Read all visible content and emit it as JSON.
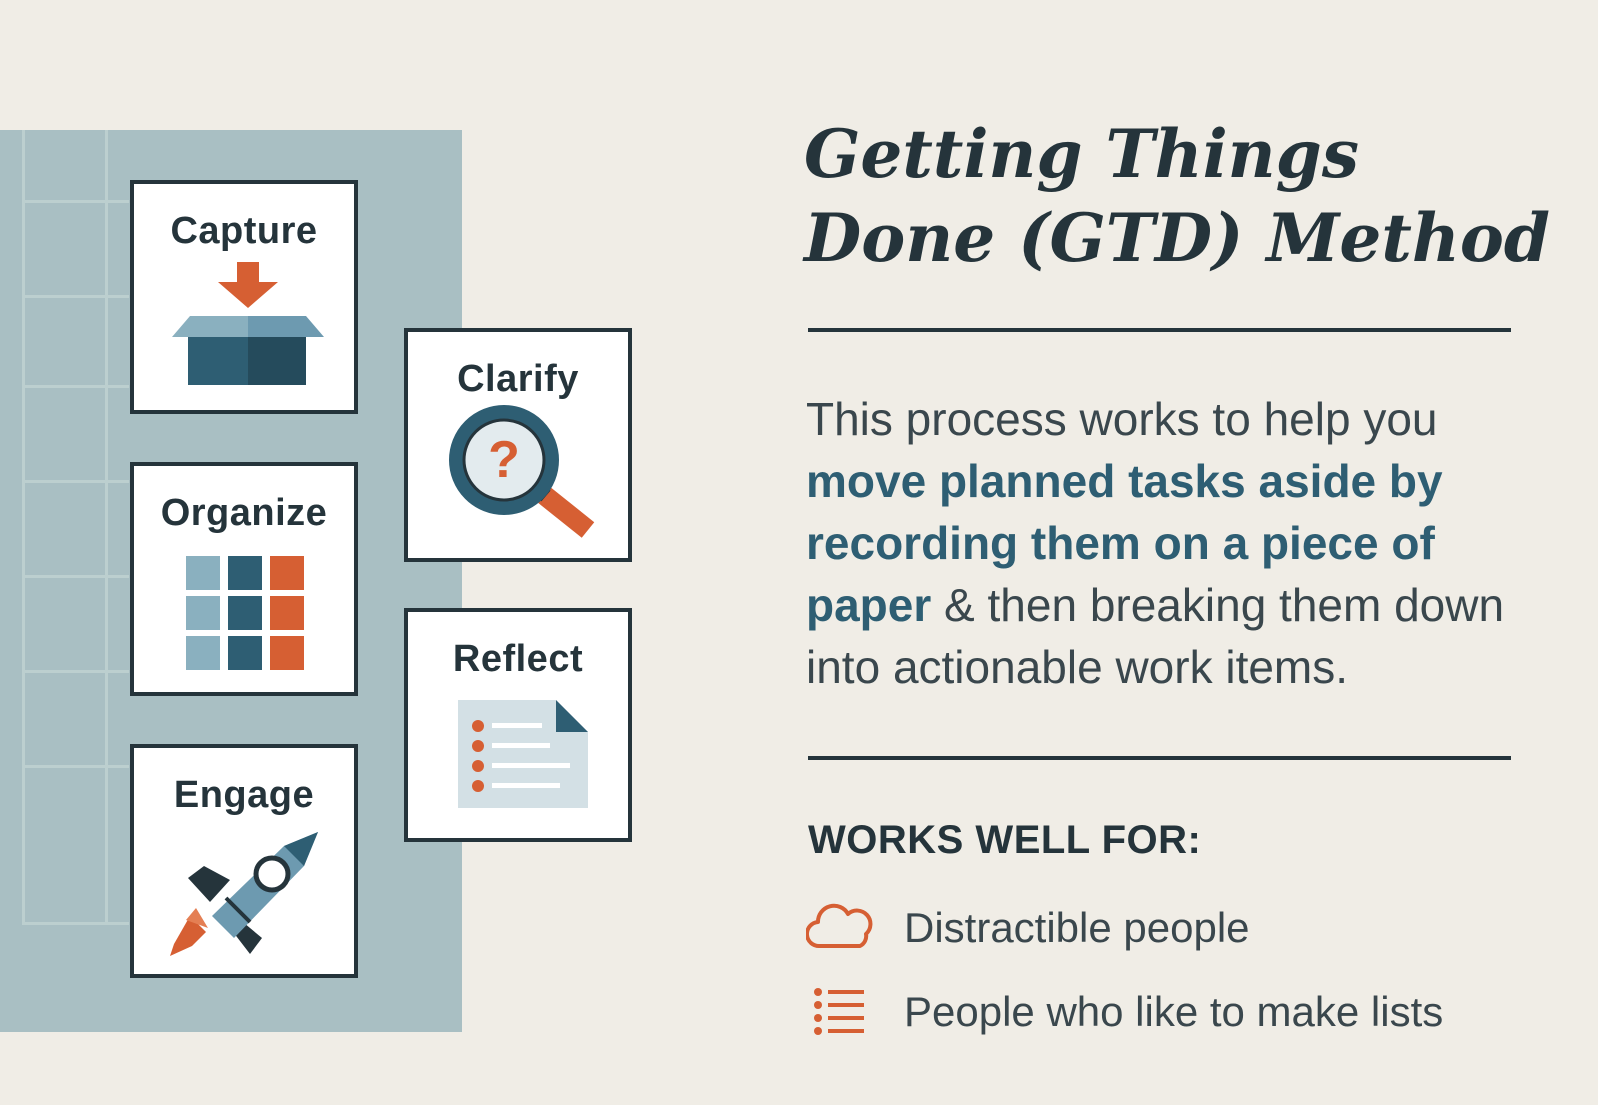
{
  "colors": {
    "background": "#f0ede6",
    "panel": "#a9bfc3",
    "dark": "#25343b",
    "teal": "#2e5e73",
    "orange": "#d65f33"
  },
  "steps": [
    {
      "label": "Capture",
      "icon": "box-with-arrow-icon"
    },
    {
      "label": "Clarify",
      "icon": "magnifier-question-icon"
    },
    {
      "label": "Organize",
      "icon": "grid-blocks-icon"
    },
    {
      "label": "Reflect",
      "icon": "document-list-icon"
    },
    {
      "label": "Engage",
      "icon": "rocket-icon"
    }
  ],
  "title": {
    "line1": "Getting Things",
    "line2": "Done (GTD) Method"
  },
  "description": {
    "lead": "This process works to help you",
    "highlight": "move planned tasks aside by recording them on a piece of paper",
    "tail": "& then breaking them down into actionable work items."
  },
  "works_well": {
    "heading": "WORKS WELL FOR:",
    "items": [
      {
        "text": "Distractible people",
        "icon": "cloud-icon"
      },
      {
        "text": "People who like to make lists",
        "icon": "list-icon"
      }
    ]
  }
}
